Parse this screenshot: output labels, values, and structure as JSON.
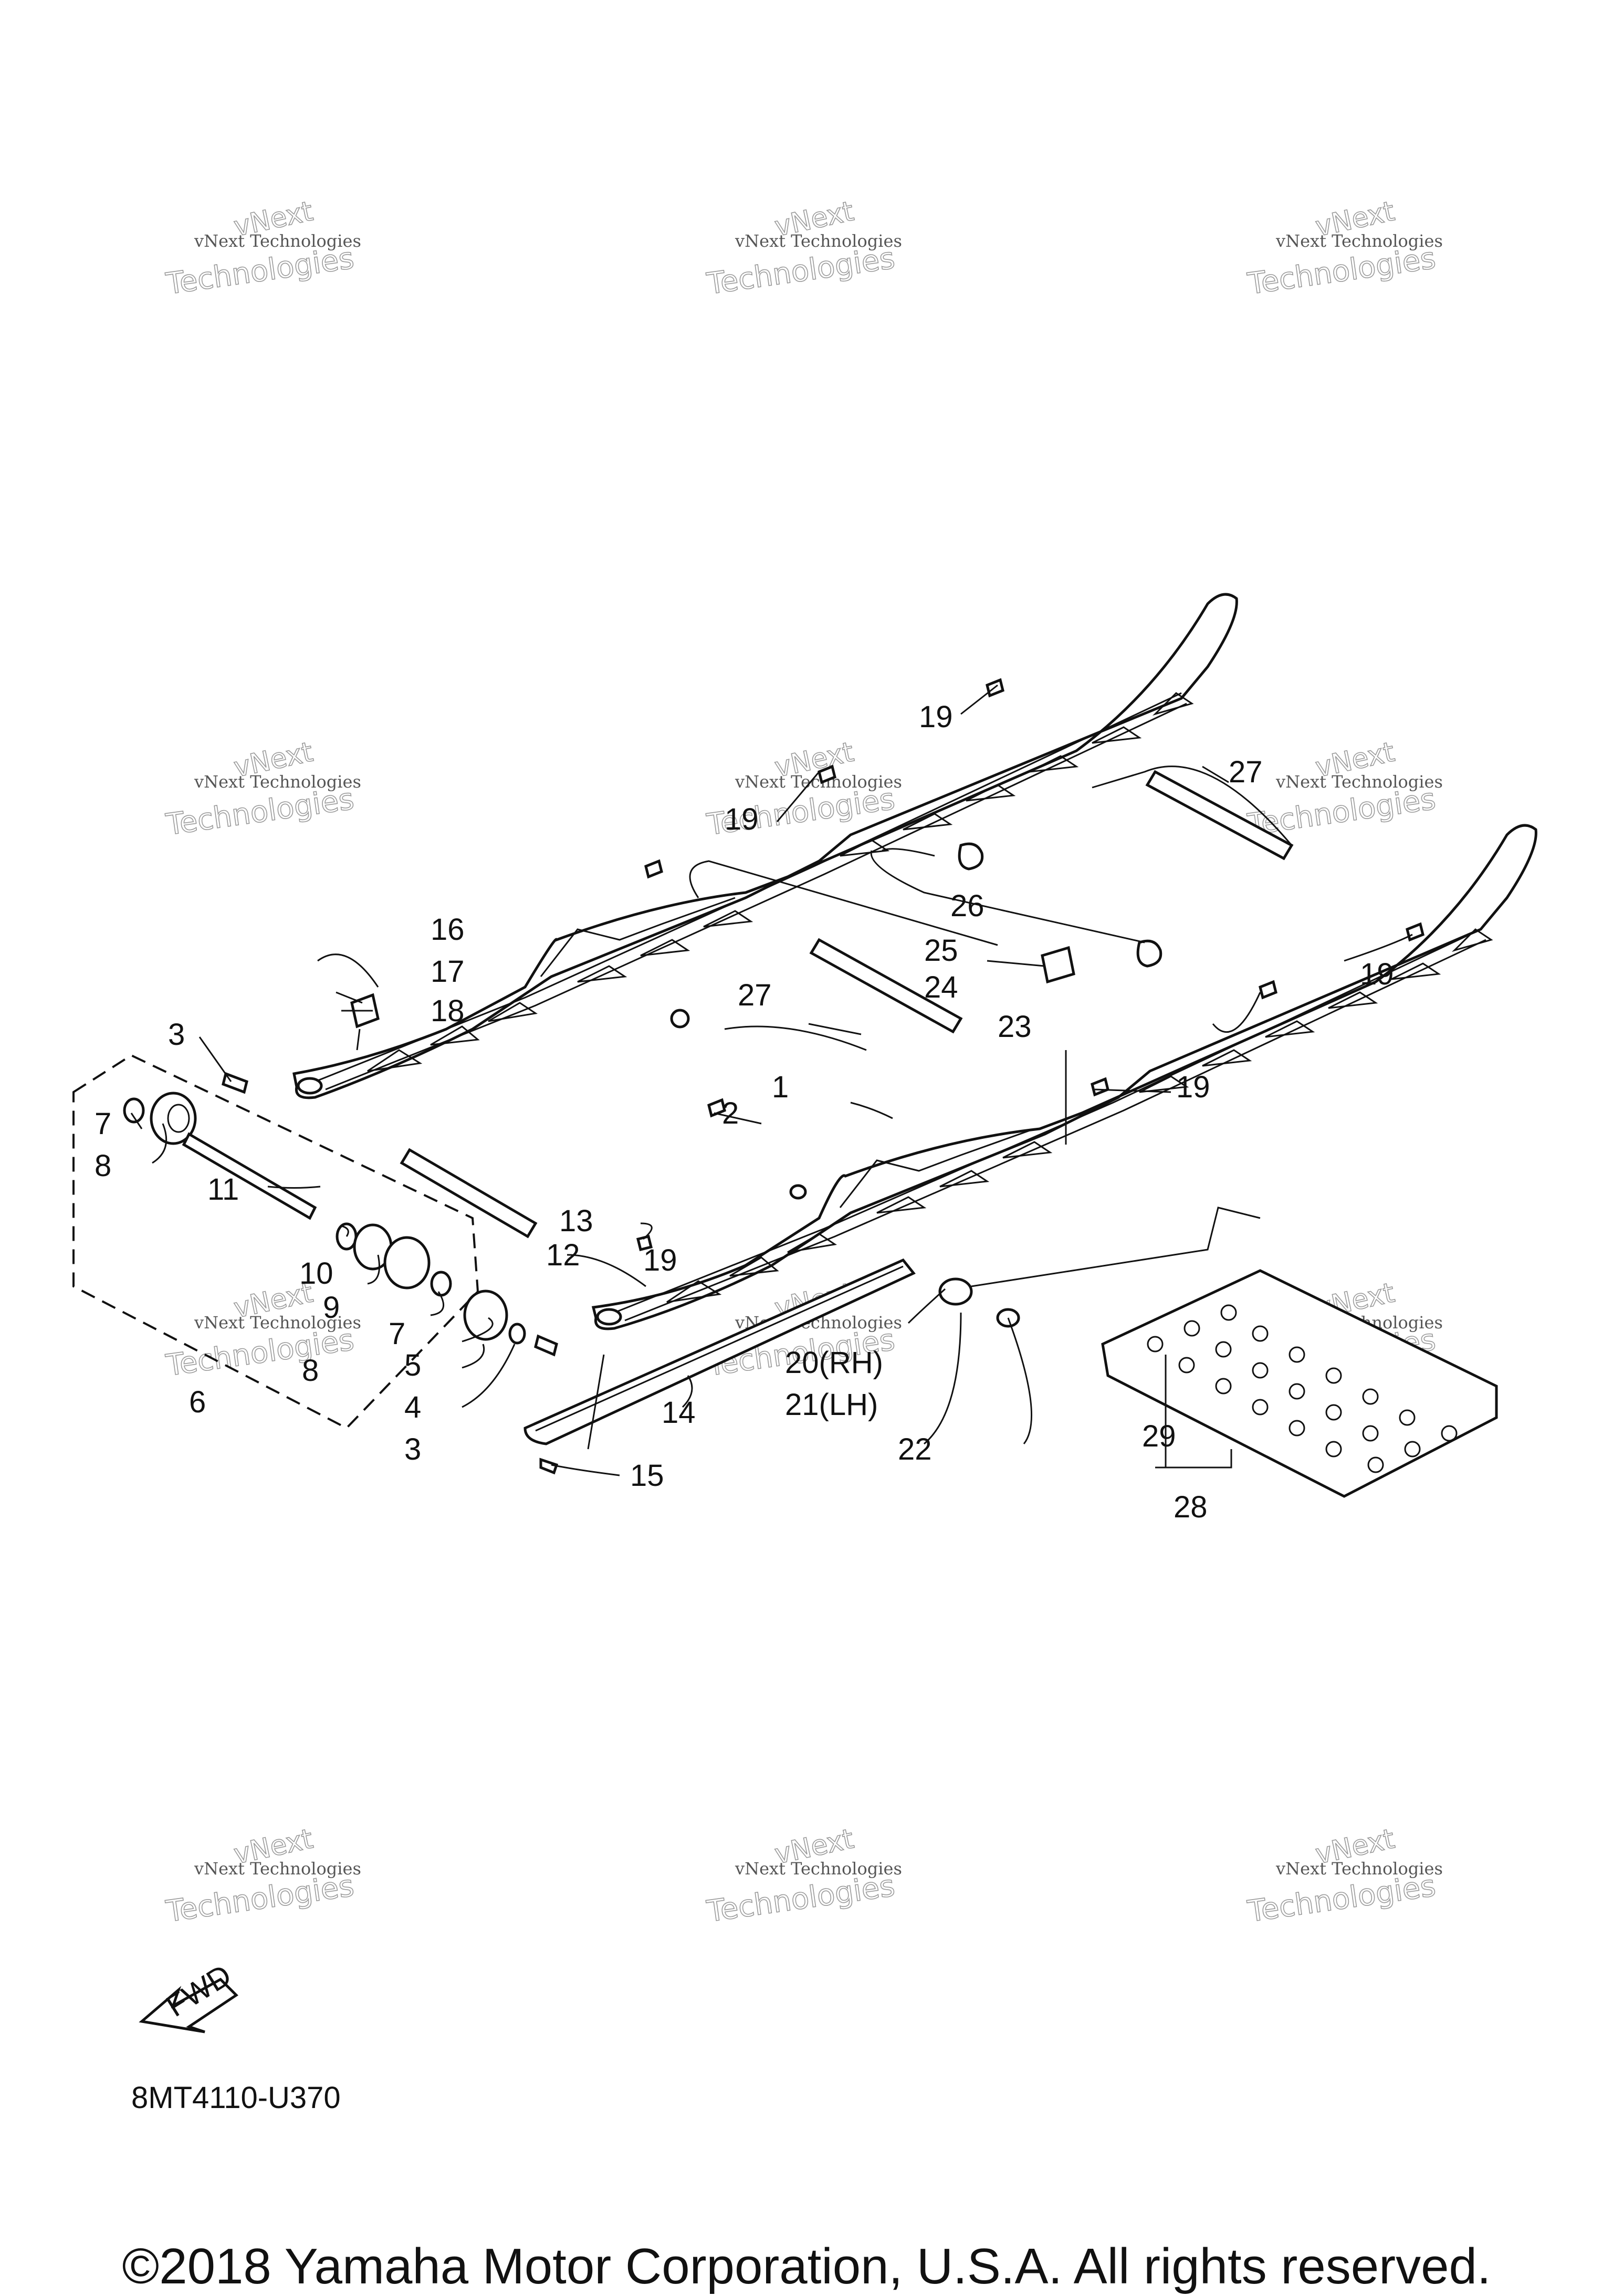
{
  "diagram": {
    "callouts": [
      {
        "id": "c1",
        "text": "1"
      },
      {
        "id": "c2",
        "text": "2"
      },
      {
        "id": "c3a",
        "text": "3"
      },
      {
        "id": "c3b",
        "text": "3"
      },
      {
        "id": "c4",
        "text": "4"
      },
      {
        "id": "c5",
        "text": "5"
      },
      {
        "id": "c6",
        "text": "6"
      },
      {
        "id": "c7a",
        "text": "7"
      },
      {
        "id": "c7b",
        "text": "7"
      },
      {
        "id": "c8a",
        "text": "8"
      },
      {
        "id": "c8b",
        "text": "8"
      },
      {
        "id": "c9",
        "text": "9"
      },
      {
        "id": "c10",
        "text": "10"
      },
      {
        "id": "c11",
        "text": "11"
      },
      {
        "id": "c12",
        "text": "12"
      },
      {
        "id": "c13",
        "text": "13"
      },
      {
        "id": "c14",
        "text": "14"
      },
      {
        "id": "c15",
        "text": "15"
      },
      {
        "id": "c16",
        "text": "16"
      },
      {
        "id": "c17",
        "text": "17"
      },
      {
        "id": "c18",
        "text": "18"
      },
      {
        "id": "c19a",
        "text": "19"
      },
      {
        "id": "c19b",
        "text": "19"
      },
      {
        "id": "c19c",
        "text": "19"
      },
      {
        "id": "c19d",
        "text": "19"
      },
      {
        "id": "c19e",
        "text": "19"
      },
      {
        "id": "c20",
        "text": "20(RH)"
      },
      {
        "id": "c21",
        "text": "21(LH)"
      },
      {
        "id": "c22",
        "text": "22"
      },
      {
        "id": "c23",
        "text": "23"
      },
      {
        "id": "c24",
        "text": "24"
      },
      {
        "id": "c25",
        "text": "25"
      },
      {
        "id": "c26",
        "text": "26"
      },
      {
        "id": "c27a",
        "text": "27"
      },
      {
        "id": "c27b",
        "text": "27"
      },
      {
        "id": "c28",
        "text": "28"
      },
      {
        "id": "c29",
        "text": "29"
      }
    ],
    "fwd_badge": "FWD",
    "ref_code": "8MT4110-U370"
  },
  "watermark": {
    "line0": "vNext",
    "line1": "vNext Technologies",
    "line2": "Technologies"
  },
  "footer": {
    "copyright": "©2018 Yamaha Motor Corporation, U.S.A. All rights reserved."
  }
}
